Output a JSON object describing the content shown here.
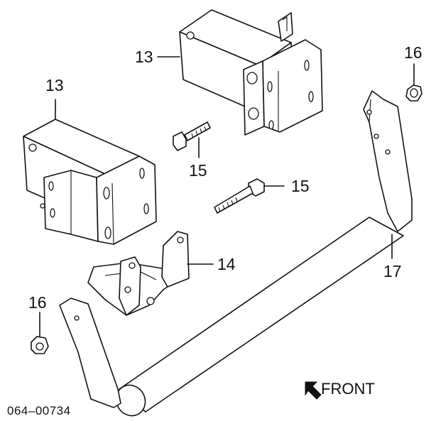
{
  "diagram_code": "064–00734",
  "front_label": "FRONT",
  "callouts": {
    "bracket_upper": "13",
    "bracket_lower": "13",
    "bolt_short": "15",
    "bolt_long": "15",
    "mount_bracket": "14",
    "nut_right": "16",
    "nut_left": "16",
    "crossmember": "17"
  },
  "icons": {
    "front_arrow": "front-arrow-icon"
  }
}
